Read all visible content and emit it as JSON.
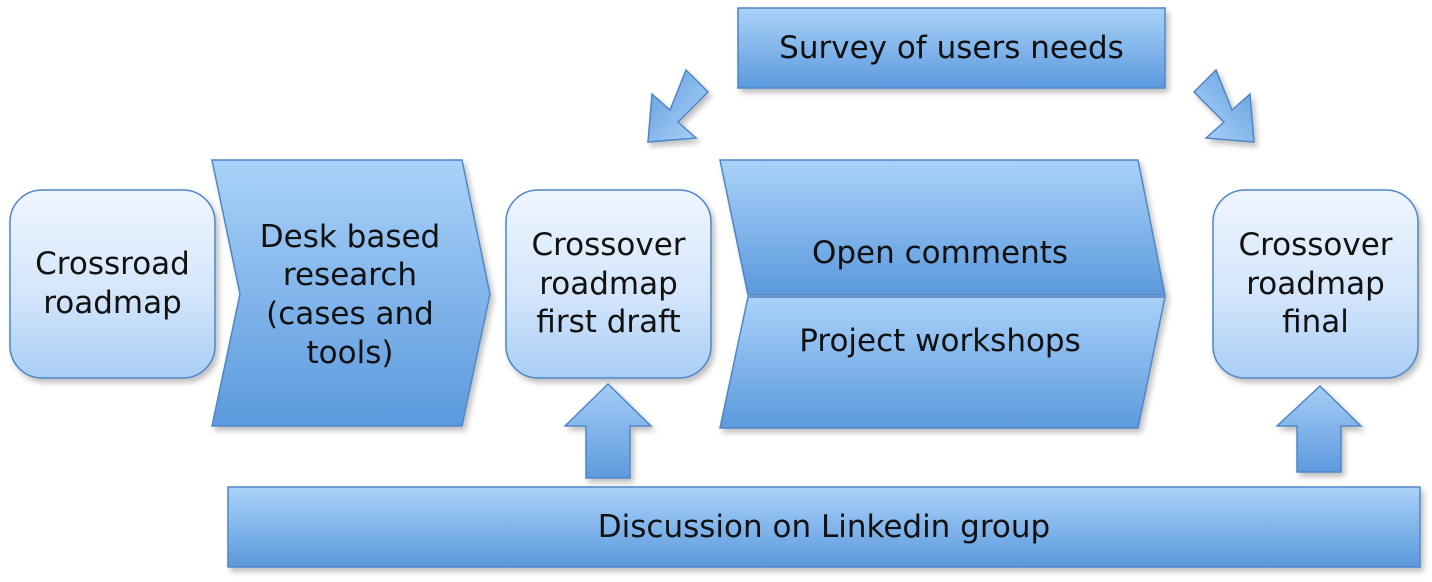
{
  "diagram": {
    "colors": {
      "box_light": "#eaf3fd",
      "box_mid": "#a9cdf5",
      "shape_light": "#a8d0f8",
      "shape_dark": "#5b99dd",
      "stroke": "#4f86c8",
      "text": "#111111"
    },
    "nodes": {
      "crossroad_roadmap": "Crossroad\nroadmap",
      "desk_research": "Desk based\nresearch\n(cases and\ntools)",
      "first_draft": "Crossover\nroadmap\nfirst draft",
      "open_comments": "Open comments",
      "project_workshops": "Project workshops",
      "final_roadmap": "Crossover\nroadmap\nfinal",
      "survey": "Survey of users needs",
      "linkedin": "Discussion on Linkedin group"
    }
  }
}
